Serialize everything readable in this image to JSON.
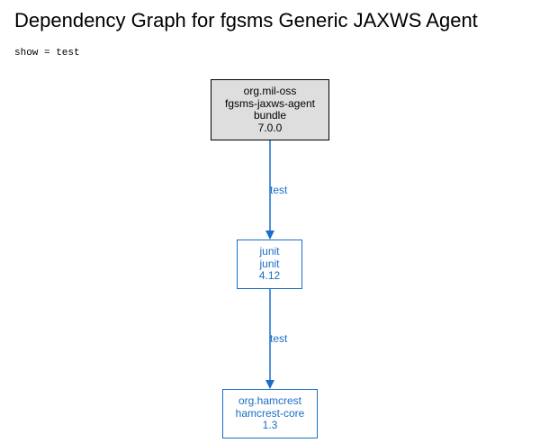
{
  "title": "Dependency Graph for fgsms Generic JAXWS Agent",
  "filter": "show = test",
  "colors": {
    "root_fill": "#dedede",
    "root_border": "#000000",
    "dependency_color": "#1a6ec8"
  },
  "nodes": [
    {
      "group": "org.mil-oss",
      "artifact": "fgsms-jaxws-agent",
      "type": "bundle",
      "version": "7.0.0"
    },
    {
      "group": "junit",
      "artifact": "junit",
      "version": "4.12"
    },
    {
      "group": "org.hamcrest",
      "artifact": "hamcrest-core",
      "version": "1.3"
    }
  ],
  "edges": [
    {
      "from": "fgsms-jaxws-agent",
      "to": "junit",
      "label": "test"
    },
    {
      "from": "junit",
      "to": "hamcrest-core",
      "label": "test"
    }
  ]
}
